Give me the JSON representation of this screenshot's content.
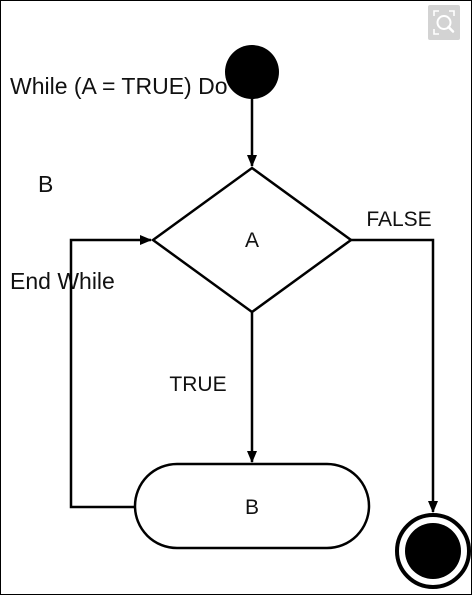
{
  "pseudocode": {
    "line1": "While (A = TRUE) Do",
    "line2": "B",
    "line3": "End While"
  },
  "diagram": {
    "decision_label": "A",
    "action_label": "B",
    "true_label": "TRUE",
    "false_label": "FALSE"
  },
  "zoom_button": {
    "icon": "zoom-expand-icon"
  },
  "colors": {
    "stroke": "#000000",
    "background": "#ffffff",
    "button_bg": "#d3d3d3"
  }
}
